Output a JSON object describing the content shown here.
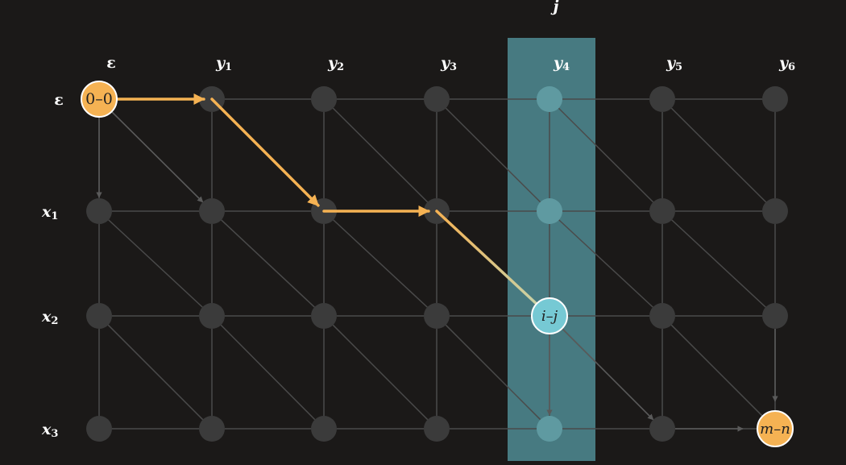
{
  "diagram": {
    "column_label": "j",
    "column_headers": [
      {
        "base": "ε",
        "sub": ""
      },
      {
        "base": "y",
        "sub": "1"
      },
      {
        "base": "y",
        "sub": "2"
      },
      {
        "base": "y",
        "sub": "3"
      },
      {
        "base": "y",
        "sub": "4"
      },
      {
        "base": "y",
        "sub": "5"
      },
      {
        "base": "y",
        "sub": "6"
      }
    ],
    "row_headers": [
      {
        "base": "ε",
        "sub": ""
      },
      {
        "base": "x",
        "sub": "1"
      },
      {
        "base": "x",
        "sub": "2"
      },
      {
        "base": "x",
        "sub": "3"
      }
    ],
    "start_node": {
      "label": "0–0",
      "row": 0,
      "col": 0
    },
    "current_node": {
      "label": "i–j",
      "row": 2,
      "col": 4
    },
    "end_node": {
      "label": "m–n",
      "row": 3,
      "col": 6
    },
    "highlighted_column": 4,
    "path": [
      [
        0,
        0
      ],
      [
        0,
        1
      ],
      [
        1,
        2
      ],
      [
        1,
        3
      ],
      [
        2,
        4
      ]
    ],
    "colors": {
      "background": "#1b1918",
      "node": "#3b3b3b",
      "edge": "#4a4a4a",
      "path": "#f5b253",
      "start_end": "#f5b253",
      "current": "#76c9d4",
      "column_highlight": "#4f8c94"
    }
  }
}
